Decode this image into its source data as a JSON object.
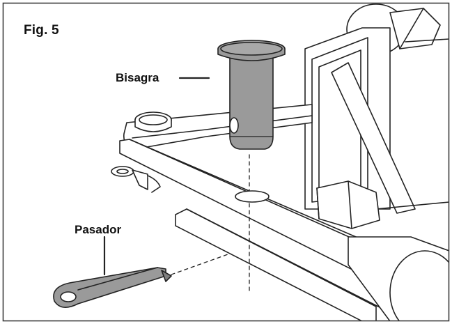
{
  "figure": {
    "label": "Fig. 5",
    "callouts": {
      "hinge_pin": "Bisagra",
      "cotter_pin": "Pasador"
    }
  },
  "colors": {
    "border": "#3a3a3a",
    "line": "#222222",
    "metal_fill": "#9a9a9a",
    "metal_fill_dark": "#7f7f7f",
    "background": "#ffffff"
  }
}
